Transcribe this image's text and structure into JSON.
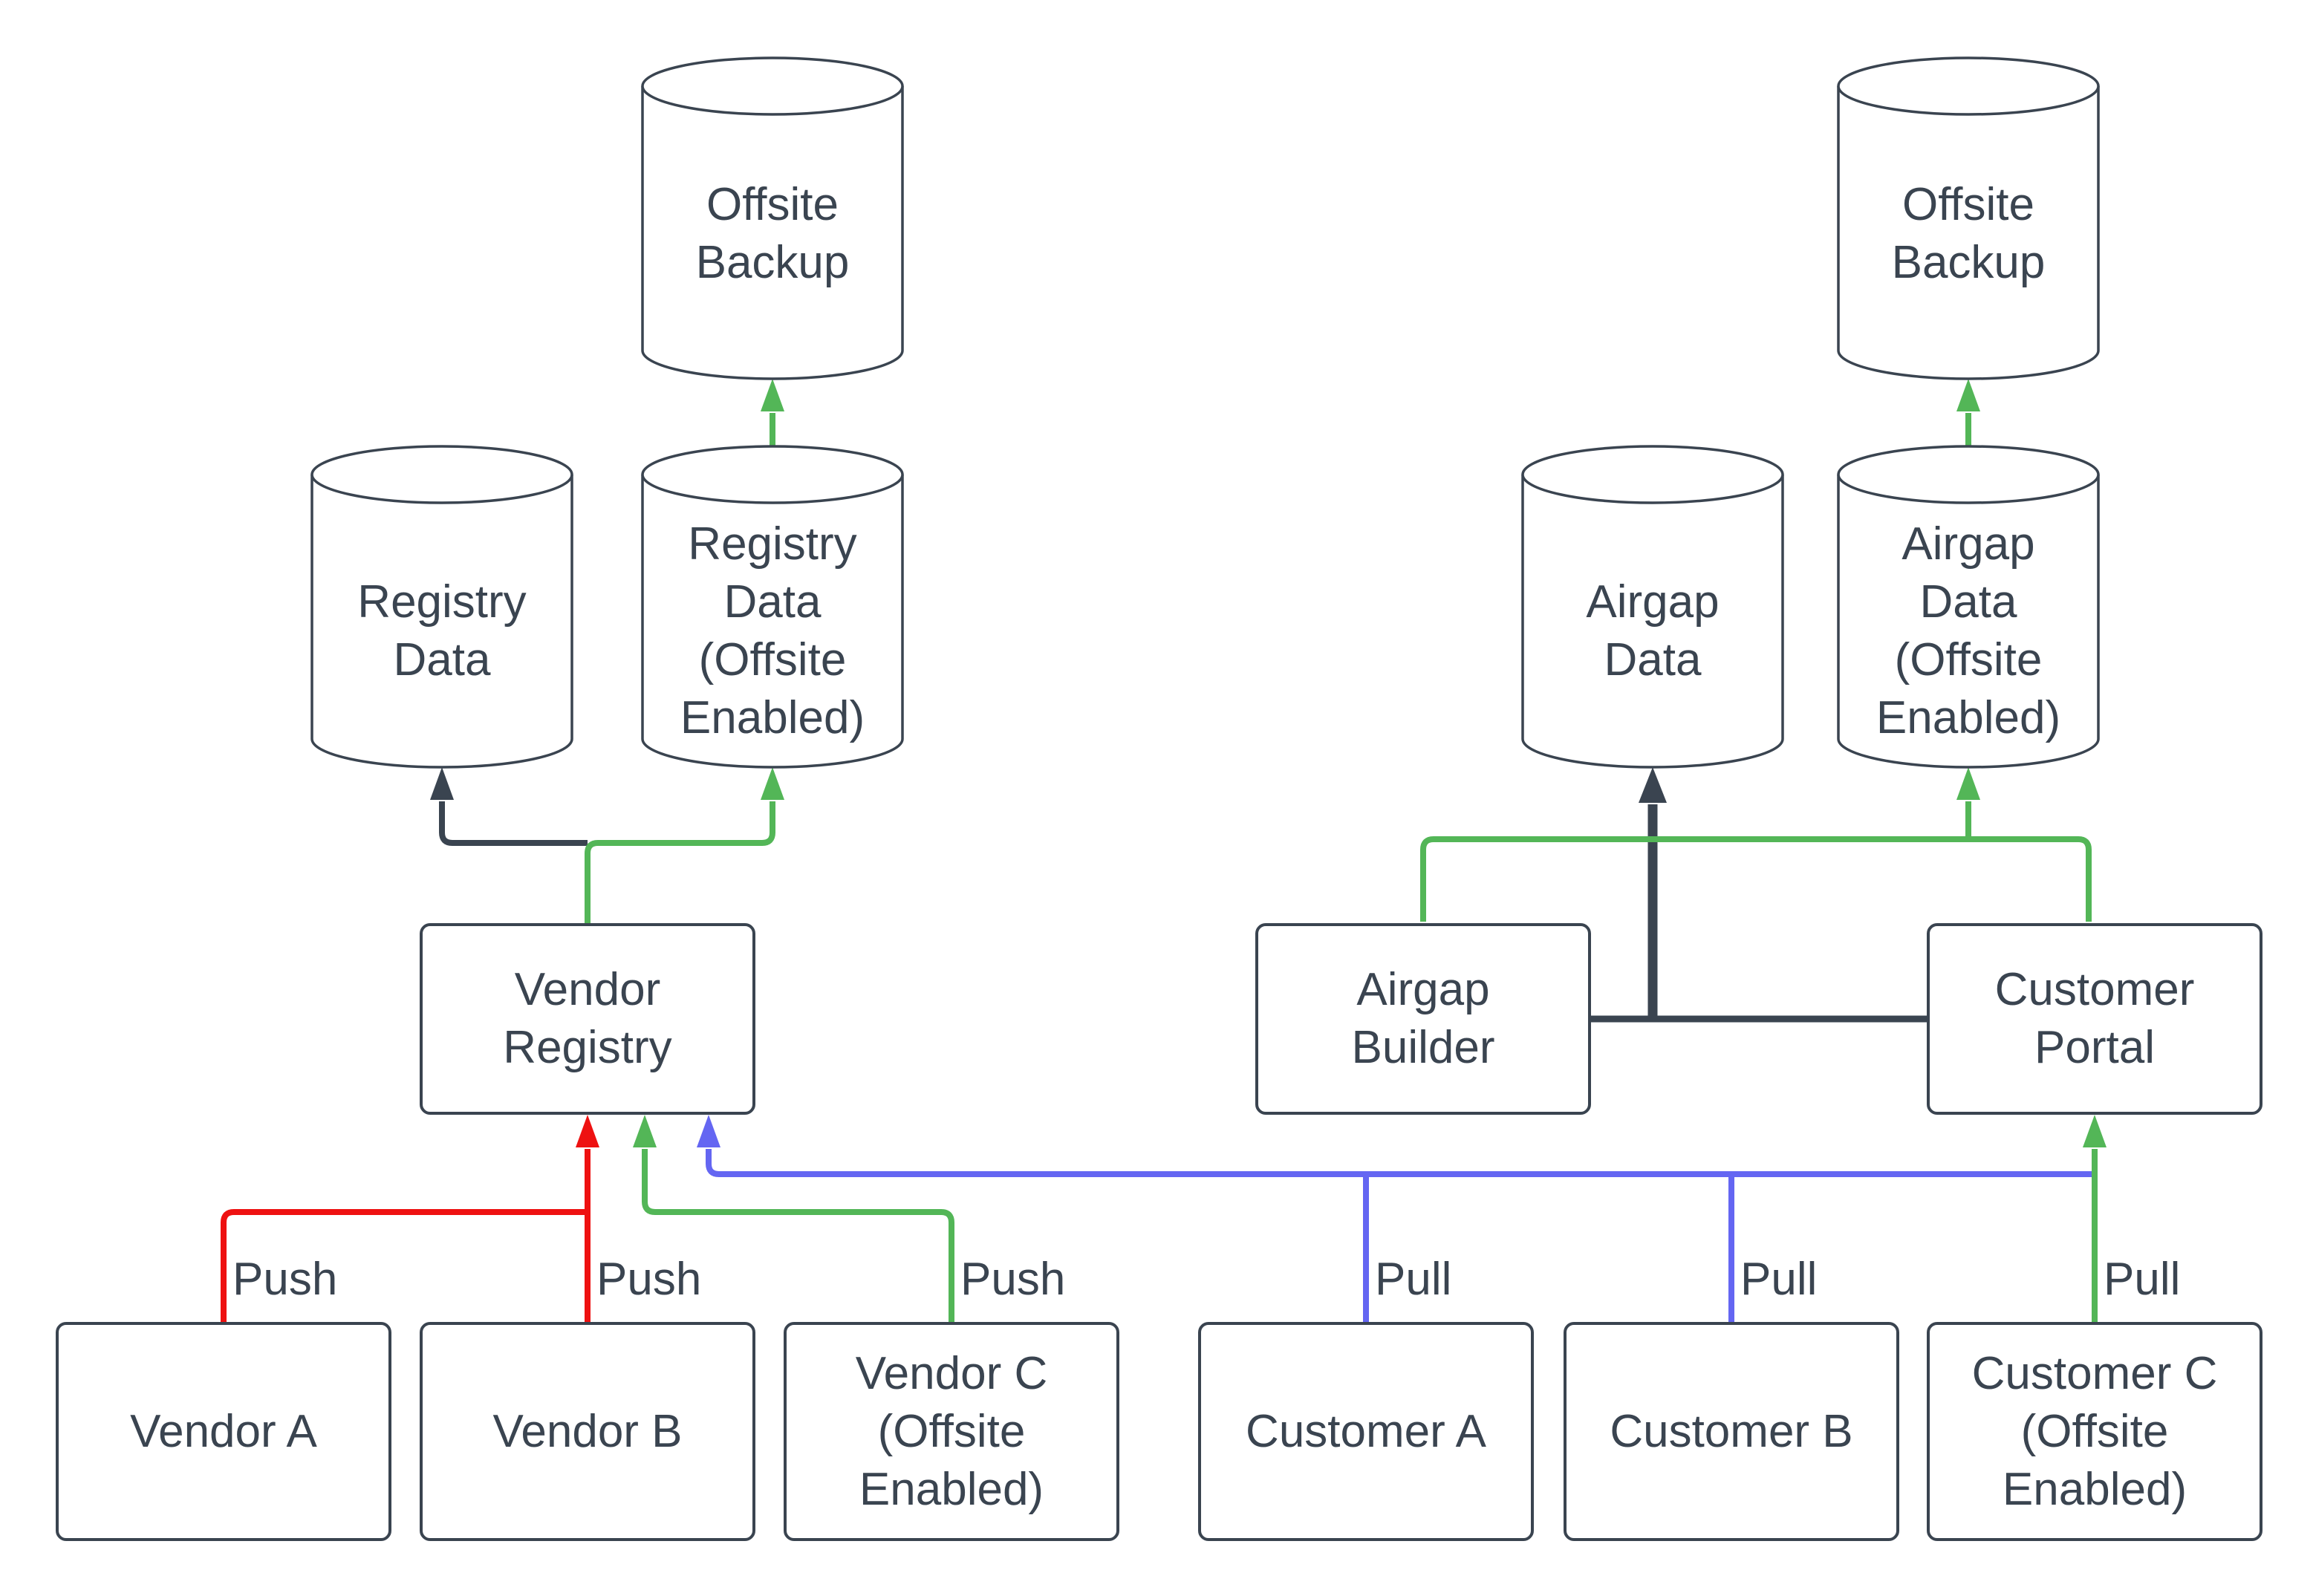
{
  "colors": {
    "dark": "#3a4450",
    "green": "#53b657",
    "red": "#ee1111",
    "blue": "#6466f2"
  },
  "nodes": {
    "offsite_backup_left": {
      "label": "Offsite\nBackup"
    },
    "registry_data": {
      "label": "Registry\nData"
    },
    "registry_data_offsite": {
      "label": "Registry\nData\n(Offsite\nEnabled)"
    },
    "vendor_registry": {
      "label": "Vendor\nRegistry"
    },
    "vendor_a": {
      "label": "Vendor A"
    },
    "vendor_b": {
      "label": "Vendor B"
    },
    "vendor_c": {
      "label": "Vendor C\n(Offsite\nEnabled)"
    },
    "airgap_data": {
      "label": "Airgap\nData"
    },
    "airgap_data_offsite": {
      "label": "Airgap\nData\n(Offsite\nEnabled)"
    },
    "offsite_backup_right": {
      "label": "Offsite\nBackup"
    },
    "airgap_builder": {
      "label": "Airgap\nBuilder"
    },
    "customer_portal": {
      "label": "Customer\nPortal"
    },
    "customer_a": {
      "label": "Customer A"
    },
    "customer_b": {
      "label": "Customer B"
    },
    "customer_c": {
      "label": "Customer C\n(Offsite\nEnabled)"
    }
  },
  "edge_labels": {
    "push_vendor_a": "Push",
    "push_vendor_b": "Push",
    "push_vendor_c": "Push",
    "pull_customer_a": "Pull",
    "pull_customer_b": "Pull",
    "pull_customer_c": "Pull"
  }
}
